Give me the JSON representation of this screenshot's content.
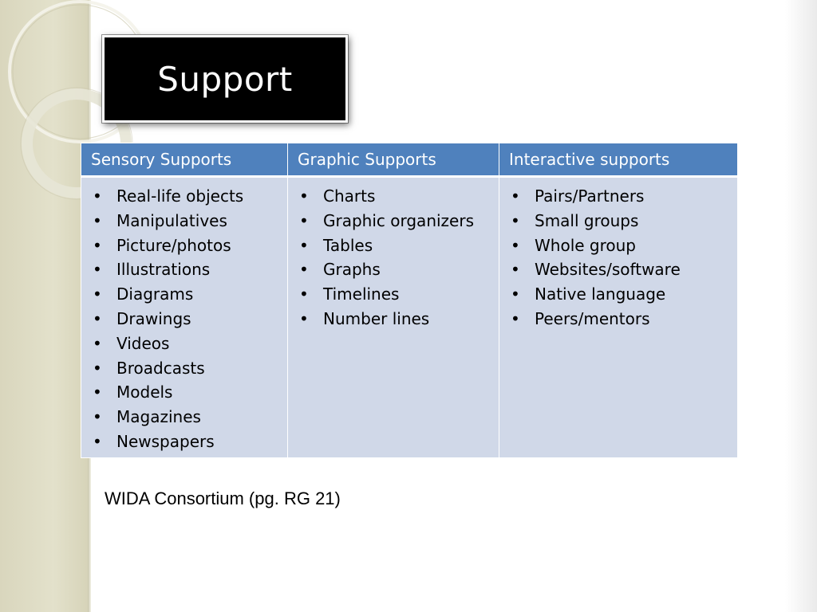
{
  "title": "Support",
  "table": {
    "headers": [
      "Sensory Supports",
      "Graphic Supports",
      "Interactive supports"
    ],
    "columns": [
      [
        "Real-life objects",
        "Manipulatives",
        "Picture/photos",
        "Illustrations",
        "Diagrams",
        "Drawings",
        "Videos",
        "Broadcasts",
        "Models",
        "Magazines",
        "Newspapers"
      ],
      [
        "Charts",
        "Graphic organizers",
        "Tables",
        "Graphs",
        "Timelines",
        "Number lines"
      ],
      [
        "Pairs/Partners",
        "Small groups",
        "Whole group",
        "Websites/software",
        "Native language",
        "Peers/mentors"
      ]
    ]
  },
  "citation": "WIDA Consortium (pg. RG 21)",
  "colors": {
    "header_bg": "#4f81bd",
    "cell_bg": "#d0d8e8",
    "title_bg": "#000000",
    "strip_bg": "#dedbc4"
  }
}
